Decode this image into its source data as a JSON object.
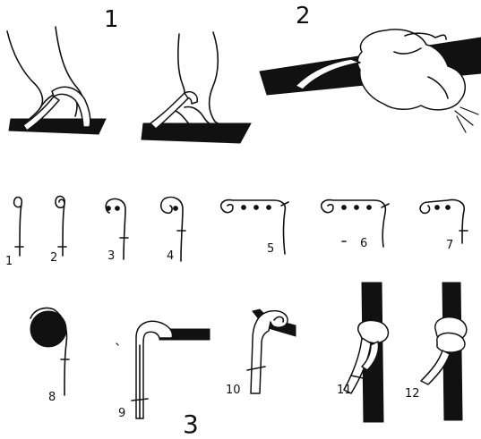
{
  "sections": {
    "s1": "1",
    "s2": "2",
    "s3": "3"
  },
  "steps": {
    "n1": "1",
    "n2": "2",
    "n3": "3",
    "n4": "4",
    "n5": "5",
    "n6": "6",
    "n7": "7",
    "n8": "8",
    "n9": "9",
    "n10": "10",
    "n11": "11",
    "n12": "12"
  },
  "colors": {
    "ink": "#111111",
    "paper": "#ffffff"
  }
}
